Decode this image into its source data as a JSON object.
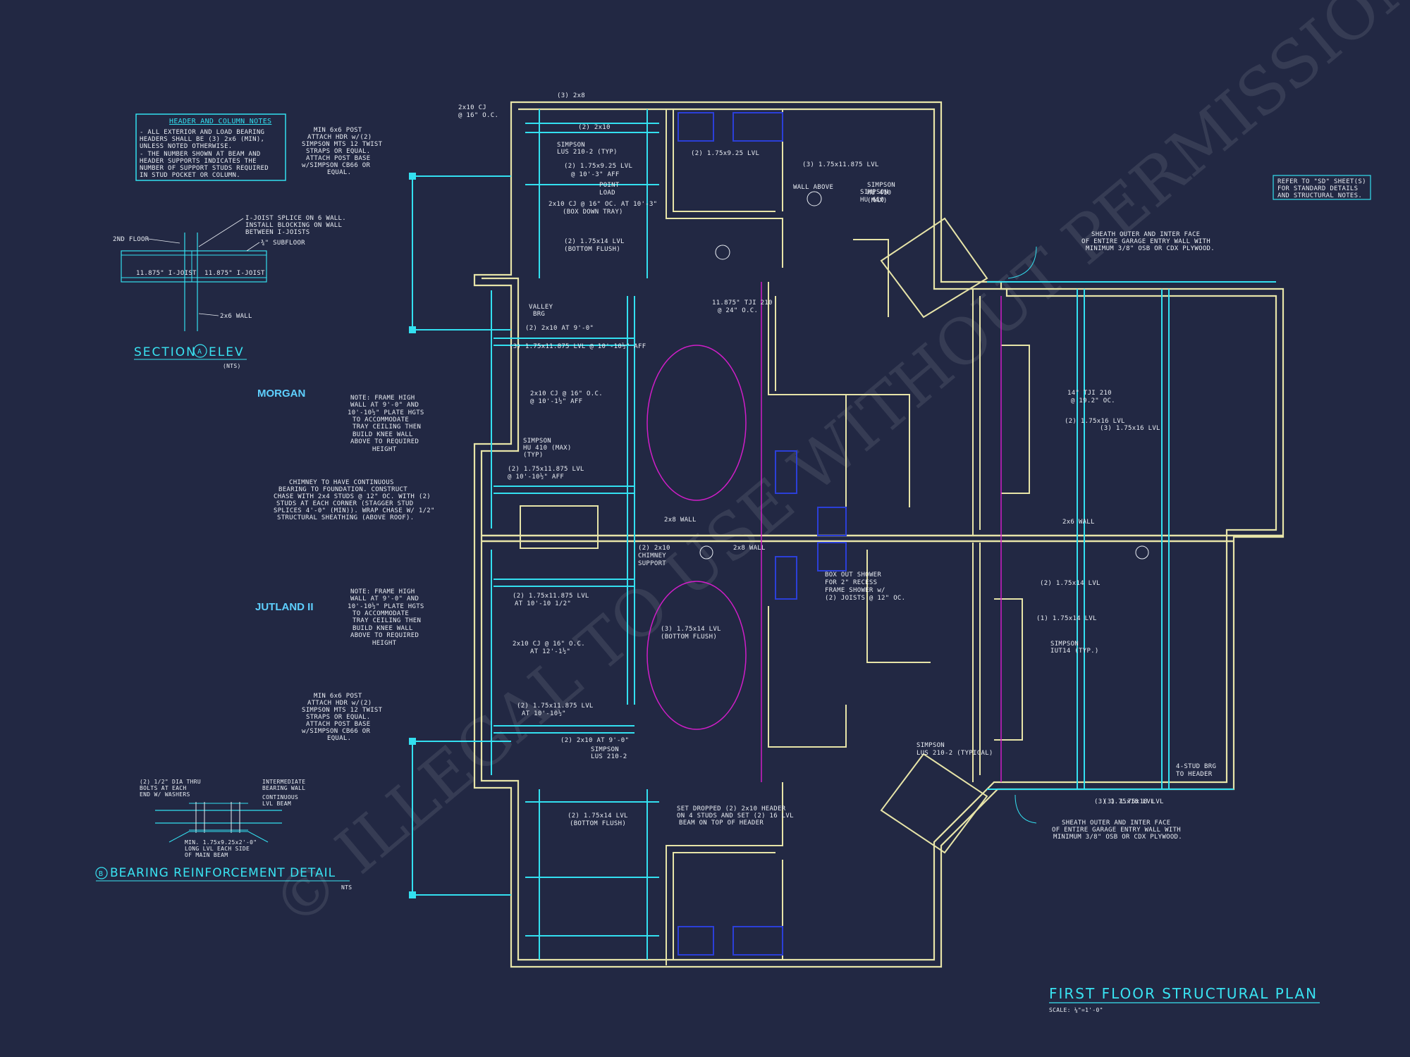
{
  "drawing": {
    "title": "FIRST FLOOR STRUCTURAL PLAN",
    "scale": "SCALE: ¼\"=1'-0\"",
    "watermark": "© ILLEGAL TO USE WITHOUT PERMISSION",
    "colors": {
      "background": "#222843",
      "wall": "#e7e4a8",
      "beam": "#33e0f0",
      "accent": "#d01ec8",
      "blue": "#2b3fd8",
      "text": "#e8ecf2"
    }
  },
  "header_notes": {
    "title": "HEADER AND COLUMN NOTES",
    "lines": [
      "- ALL EXTERIOR AND LOAD BEARING",
      "HEADERS SHALL BE (3) 2x6 (MIN),",
      "UNLESS NOTED OTHERWISE.",
      "- THE NUMBER SHOWN AT BEAM AND",
      "HEADER SUPPORTS INDICATES THE",
      "NUMBER OF SUPPORT STUDS REQUIRED",
      "IN STUD POCKET OR COLUMN."
    ]
  },
  "refer_note": [
    "REFER TO \"SD\" SHEET(S)",
    "FOR STANDARD DETAILS",
    "AND STRUCTURAL NOTES."
  ],
  "section_detail": {
    "title_pre": "SECTION",
    "marker": "A",
    "title_post": "ELEV",
    "nts": "(NTS)",
    "labels": {
      "floor": "2ND FLOOR",
      "joist_a": "11.875\" I-JOIST",
      "joist_b": "11.875\" I-JOIST",
      "splice": [
        "I-JOIST SPLICE ON 6 WALL.",
        "INSTALL BLOCKING ON WALL",
        "BETWEEN I-JOISTS"
      ],
      "subfloor": "¾\" SUBFLOOR",
      "wall": "2x6 WALL"
    }
  },
  "bearing_detail": {
    "marker": "B",
    "title": "BEARING REINFORCEMENT DETAIL",
    "nts": "NTS",
    "labels": {
      "bolts": [
        "(2) 1/2\" DIA THRU",
        "BOLTS AT EACH",
        "END W/ WASHERS"
      ],
      "wall": [
        "INTERMEDIATE",
        "BEARING WALL"
      ],
      "beam": [
        "CONTINUOUS",
        "LVL BEAM"
      ],
      "min": [
        "MIN. 1.75x9.25x2'-0\"",
        "LONG LVL EACH SIDE",
        "OF MAIN BEAM"
      ]
    }
  },
  "unit_names": {
    "upper": "MORGAN",
    "lower": "JUTLAND II"
  },
  "left_notes": {
    "post_top": [
      "MIN 6x6 POST",
      "ATTACH HDR w/(2)",
      "SIMPSON MTS 12 TWIST",
      "STRAPS OR EQUAL.",
      "ATTACH POST BASE",
      "w/SIMPSON CB66 OR",
      "EQUAL."
    ],
    "tray_top": [
      "NOTE: FRAME HIGH",
      "WALL AT 9'-0\" AND",
      "10'-10½\" PLATE HGTS",
      "TO ACCOMMODATE",
      "TRAY CEILING THEN",
      "BUILD KNEE WALL",
      "ABOVE TO REQUIRED",
      "HEIGHT"
    ],
    "chimney": [
      "CHIMNEY TO HAVE CONTINUOUS",
      "BEARING TO FOUNDATION. CONSTRUCT",
      "CHASE WITH 2x4 STUDS @ 12\" OC. WITH (2)",
      "STUDS AT EACH CORNER (STAGGER STUD",
      "SPLICES 4'-0\" (MIN)). WRAP CHASE W/ 1/2\"",
      "STRUCTURAL SHEATHING (ABOVE ROOF)."
    ],
    "tray_bottom": [
      "NOTE: FRAME HIGH",
      "WALL AT 9'-0\" AND",
      "10'-10½\" PLATE HGTS",
      "TO ACCOMMODATE",
      "TRAY CEILING THEN",
      "BUILD KNEE WALL",
      "ABOVE TO REQUIRED",
      "HEIGHT"
    ],
    "post_bottom": [
      "MIN 6x6 POST",
      "ATTACH HDR w/(2)",
      "SIMPSON MTS 12 TWIST",
      "STRAPS OR EQUAL.",
      "ATTACH POST BASE",
      "w/SIMPSON CB66 OR",
      "EQUAL."
    ]
  },
  "garage_notes": {
    "top": [
      "SHEATH OUTER AND INTER FACE",
      "OF ENTIRE GARAGE ENTRY WALL WITH",
      "MINIMUM 3/8\" OSB OR CDX PLYWOOD."
    ],
    "bottom": [
      "SHEATH OUTER AND INTER FACE",
      "OF ENTIRE GARAGE ENTRY WALL WITH",
      "MINIMUM 3/8\" OSB OR CDX PLYWOOD."
    ]
  },
  "plan_labels": [
    "(3) 2x8",
    "2x10 CJ",
    "@ 16\" O.C.",
    "(2) 2x10",
    "SIMPSON",
    "LUS 210-2 (TYP)",
    "(2) 1.75x9.25 LVL",
    "@ 10'-3\" AFF",
    "POINT",
    "LOAD",
    "2x10 CJ @ 16\" OC. AT 10'-3\"",
    "(BOX DOWN TRAY)",
    "(2) 1.75x14 LVL",
    "(BOTTOM FLUSH)",
    "(2) 1.75x9.25 LVL",
    "SIMPSON",
    "HU 410",
    "(MAX)",
    "(3) 1.75x11.875 LVL",
    "WALL ABOVE",
    "SIMPSON",
    "HU 610",
    "11.875\" TJI 210",
    "@ 24\" O.C.",
    "VALLEY",
    "BRG",
    "(2) 2x10 AT 9'-0\"",
    "(3) 1.75x11.875 LVL @ 10'-10½\" AFF",
    "2x10 CJ @ 16\" O.C.",
    "@ 10'-1½\" AFF",
    "SIMPSON",
    "HU 410 (MAX)",
    "(TYP)",
    "(2) 1.75x11.875 LVL",
    "@ 10'-10½\" AFF",
    "2x8 WALL",
    "(2) 2x10",
    "CHIMNEY",
    "SUPPORT",
    "2x8 WALL",
    "BOX OUT SHOWER",
    "FOR 2\" RECESS",
    "FRAME SHOWER w/",
    "(2) JOISTS @ 12\" OC.",
    "(3) 1.75x14 LVL",
    "(BOTTOM FLUSH)",
    "(2) 1.75x11.875 LVL",
    "AT 10'-10 1/2\"",
    "2x10 CJ @ 16\" O.C.",
    "AT 12'-1½\"",
    "(2) 1.75x11.875 LVL",
    "AT 10'-10½\"",
    "(2) 2x10 AT 9'-0\"",
    "SIMPSON",
    "LUS 210-2",
    "(2) 1.75x14 LVL",
    "(BOTTOM FLUSH)",
    "SET DROPPED (2) 2x10 HEADER",
    "ON 4 STUDS AND SET (2) 16 LVL",
    "BEAM ON TOP OF HEADER",
    "(3) 1.75x18 LVL",
    "(3) 1.75x16 LVL",
    "(2) 1.75x16 LVL",
    "14\" TJI 210",
    "@ 19.2\" OC.",
    "(2) 1.75x14 LVL",
    "(1) 1.75x14 LVL",
    "SIMPSON",
    "IUT14 (TYP.)",
    "2x6 WALL",
    "(3) 1.75x18 LVL",
    "4-STUD BRG",
    "TO HEADER",
    "SIMPSON",
    "LUS 210-2 (TYPICAL)"
  ]
}
